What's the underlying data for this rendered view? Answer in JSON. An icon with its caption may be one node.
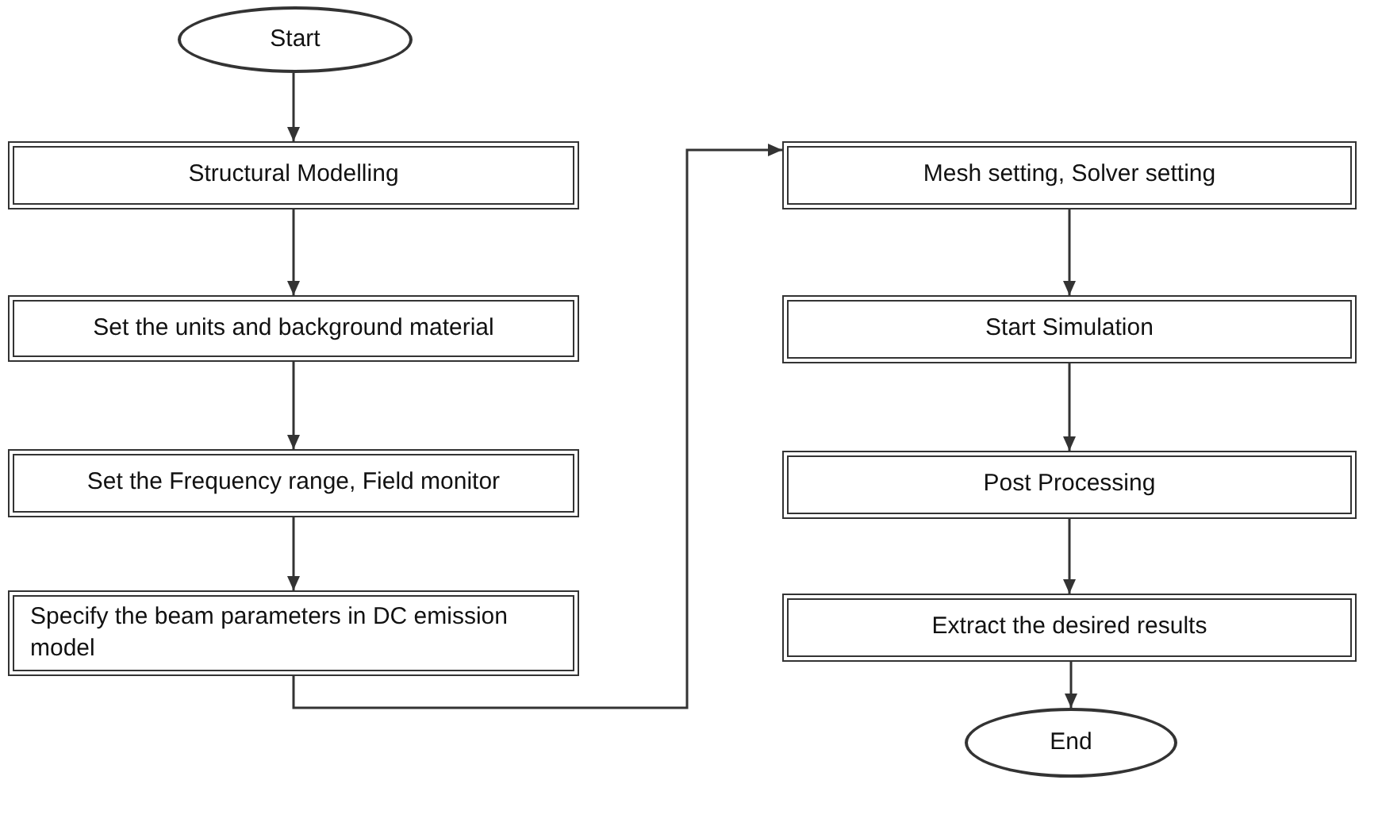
{
  "diagram": {
    "nodes": [
      {
        "text": [
          "Start"
        ]
      },
      {
        "text": [
          "Structural Modelling"
        ]
      },
      {
        "text": [
          "Set the units and background material"
        ]
      },
      {
        "text": [
          "Set the Frequency range, Field monitor"
        ]
      },
      {
        "text": [
          "Specify the beam parameters in DC emission model"
        ]
      },
      {
        "text": [
          "Mesh setting, Solver setting"
        ]
      },
      {
        "text": [
          "Start Simulation"
        ]
      },
      {
        "text": [
          "Post Processing"
        ]
      },
      {
        "text": [
          "Extract the desired results"
        ]
      },
      {
        "text": [
          "End"
        ]
      }
    ],
    "edges": [
      {
        "from": 0,
        "to": 1,
        "arrow": "to"
      },
      {
        "from": 1,
        "to": 2,
        "arrow": "to"
      },
      {
        "from": 2,
        "to": 3,
        "arrow": "to"
      },
      {
        "from": 3,
        "to": 4,
        "arrow": "to"
      },
      {
        "from": 4,
        "to": 5,
        "arrow": "to"
      },
      {
        "from": 5,
        "to": 6,
        "arrow": "to"
      },
      {
        "from": 6,
        "to": 7,
        "arrow": "to"
      },
      {
        "from": 7,
        "to": 8,
        "arrow": "to"
      },
      {
        "from": 8,
        "to": 9,
        "arrow": "to"
      }
    ]
  }
}
